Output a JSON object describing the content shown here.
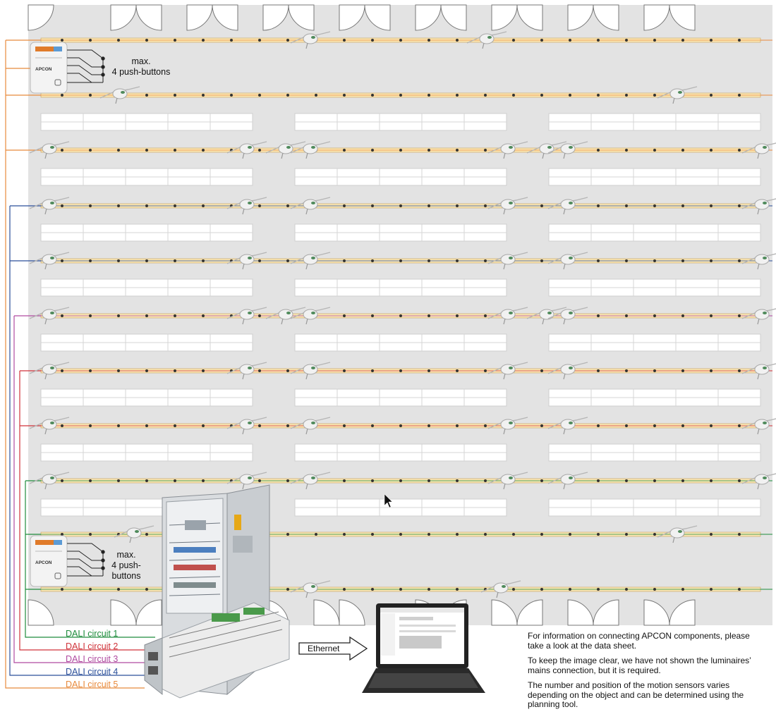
{
  "controller_1": {
    "brand": "APCON",
    "push_buttons_label": "max.\n4 push-buttons"
  },
  "controller_2": {
    "brand": "APCON",
    "push_buttons_label": "max.\n4 push-\nbuttons"
  },
  "circuits": [
    {
      "label": "DALI circuit 1",
      "color": "#1e8c3c"
    },
    {
      "label": "DALI circuit 2",
      "color": "#d0333a"
    },
    {
      "label": "DALI circuit 3",
      "color": "#b04aa0"
    },
    {
      "label": "DALI circuit 4",
      "color": "#2b4f9a"
    },
    {
      "label": "DALI circuit 5",
      "color": "#e88a3c"
    }
  ],
  "ethernet_label": "Ethernet",
  "notes": [
    "For information on connecting APCON components, please take a look at the data sheet.",
    "To keep the image clear, we have not shown the luminaires’ mains connection, but it is required.",
    "The number and position of the motion sensors varies depending on the object and can be determined using the planning tool."
  ],
  "colors": {
    "floor": "#e3e3e3",
    "luminaire": "#fbe7b4",
    "luminaire_border": "#caa86a",
    "door": "#ffffff"
  }
}
